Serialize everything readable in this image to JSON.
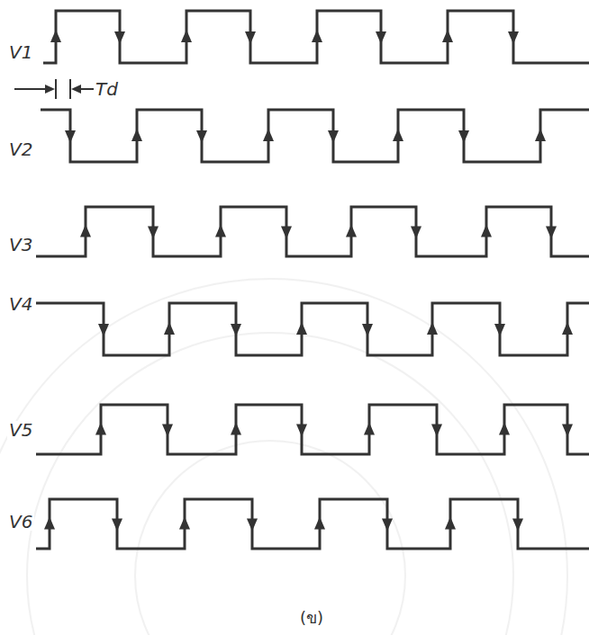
{
  "diagram": {
    "caption": "(ข)",
    "labels": [
      "V1",
      "V2",
      "V3",
      "V4",
      "V5",
      "V6",
      "Td"
    ]
  }
}
